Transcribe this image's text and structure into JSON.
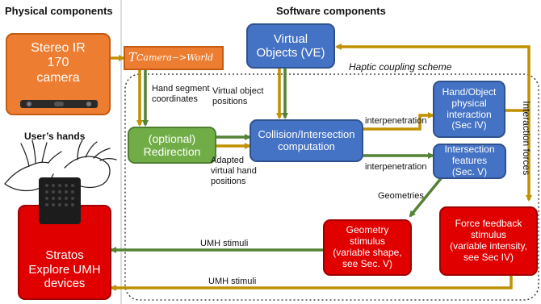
{
  "headings": {
    "physical": "Physical components",
    "software": "Software components",
    "haptic_scheme": "Haptic coupling scheme",
    "users_hands": "User’s hands"
  },
  "nodes": {
    "stereo_camera": "Stereo IR\n170\ncamera",
    "transform": "T_Camera−>World",
    "transform_base": "T",
    "transform_sub": "Camera−>World",
    "virtual_objects": "Virtual\nObjects (VE)",
    "redirection": "(optional)\nRedirection",
    "collision": "Collision/Intersection\ncomputation",
    "hand_object": "Hand/Object\nphysical\ninteraction\n(Sec IV)",
    "intersection_features": "Intersection\nfeatures\n(Sec. V)",
    "geometry_stimulus": "Geometry\nstimulus\n(variable shape,\nsee Sec. V)",
    "force_feedback": "Force feedback\nstimulus\n(variable intensity,\nsee Sec IV)",
    "stratos": "Stratos\nExplore UMH\ndevices"
  },
  "edge_labels": {
    "hand_segment": "Hand segment\ncoordinates",
    "virtual_object_positions": "Virtual object\npositions",
    "adapted_positions": "Adapted\nvirtual hand\npositions",
    "interpenetration_top": "interpenetration",
    "interpenetration_bottom": "interpenetration",
    "geometries": "Geometries",
    "interaction_forces": "Interaction forces",
    "umh_stimuli_top": "UMH stimuli",
    "umh_stimuli_bottom": "UMH stimuli"
  },
  "colors": {
    "blue": "#4472c4",
    "red": "#e00000",
    "orange": "#ed7d31",
    "green": "#70ad47",
    "arrow_gold": "#bf9000",
    "arrow_green": "#548235"
  }
}
